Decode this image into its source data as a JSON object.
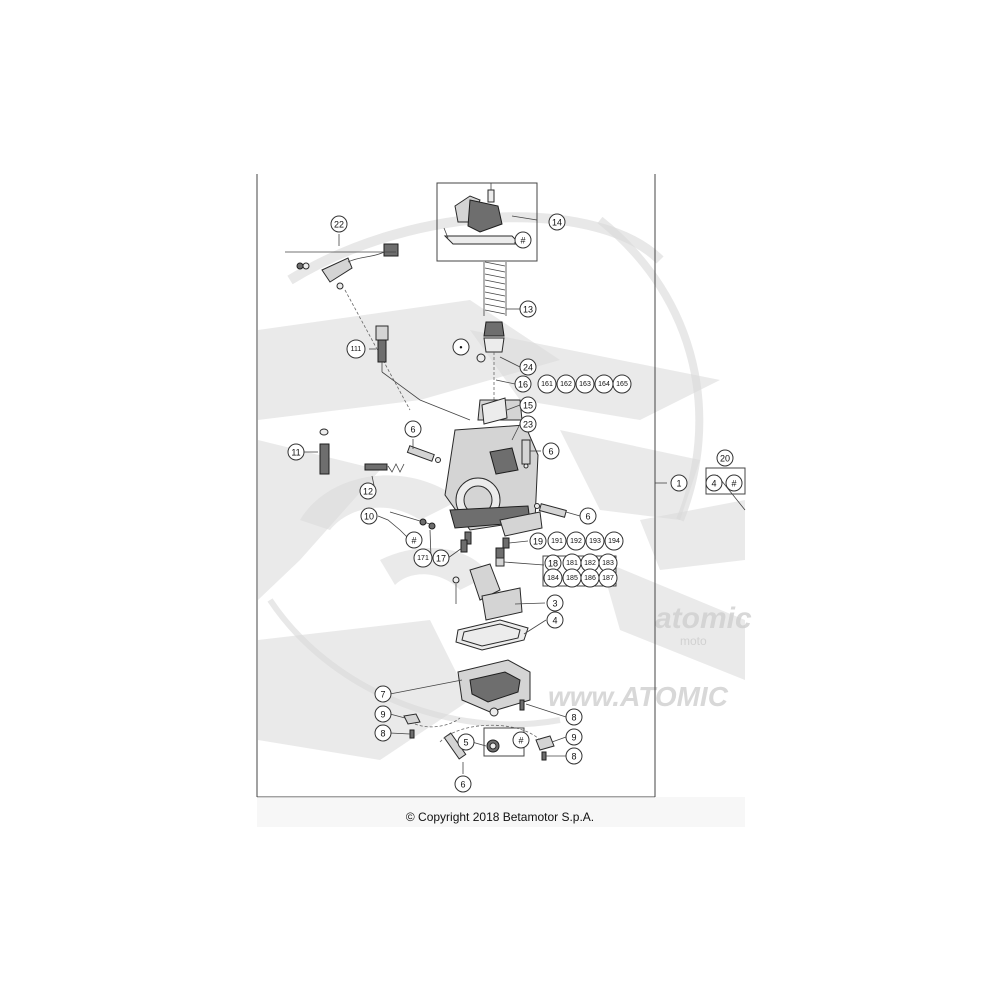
{
  "diagram": {
    "watermark": {
      "text_top": "atomic",
      "text_sub": "moto",
      "url_fragment": "www.ATOMIC"
    },
    "copyright": "© Copyright 2018 Betamotor S.p.A.",
    "labels": [
      {
        "id": "22",
        "text": "22"
      },
      {
        "id": "14",
        "text": "14"
      },
      {
        "id": "hash-top",
        "text": "#"
      },
      {
        "id": "13",
        "text": "13"
      },
      {
        "id": "dot",
        "text": "•"
      },
      {
        "id": "111",
        "text": "111"
      },
      {
        "id": "24",
        "text": "24"
      },
      {
        "id": "16",
        "text": "16"
      },
      {
        "id": "161",
        "text": "161"
      },
      {
        "id": "162",
        "text": "162"
      },
      {
        "id": "163a",
        "text": "163"
      },
      {
        "id": "164",
        "text": "164"
      },
      {
        "id": "165",
        "text": "165"
      },
      {
        "id": "15",
        "text": "15"
      },
      {
        "id": "23",
        "text": "23"
      },
      {
        "id": "6a",
        "text": "6"
      },
      {
        "id": "6b",
        "text": "6"
      },
      {
        "id": "11",
        "text": "11"
      },
      {
        "id": "12",
        "text": "12"
      },
      {
        "id": "1",
        "text": "1"
      },
      {
        "id": "6c",
        "text": "6"
      },
      {
        "id": "10",
        "text": "10"
      },
      {
        "id": "20",
        "text": "20"
      },
      {
        "id": "4b",
        "text": "4"
      },
      {
        "id": "hash-20",
        "text": "#"
      },
      {
        "id": "hash-10",
        "text": "#"
      },
      {
        "id": "171",
        "text": "171"
      },
      {
        "id": "17",
        "text": "17"
      },
      {
        "id": "19",
        "text": "19"
      },
      {
        "id": "191",
        "text": "191"
      },
      {
        "id": "192",
        "text": "192"
      },
      {
        "id": "193",
        "text": "193"
      },
      {
        "id": "194",
        "text": "194"
      },
      {
        "id": "18",
        "text": "18"
      },
      {
        "id": "181",
        "text": "181"
      },
      {
        "id": "182",
        "text": "182"
      },
      {
        "id": "183",
        "text": "183"
      },
      {
        "id": "184",
        "text": "184"
      },
      {
        "id": "185",
        "text": "185"
      },
      {
        "id": "186",
        "text": "186"
      },
      {
        "id": "187",
        "text": "187"
      },
      {
        "id": "3",
        "text": "3"
      },
      {
        "id": "4",
        "text": "4"
      },
      {
        "id": "7",
        "text": "7"
      },
      {
        "id": "9a",
        "text": "9"
      },
      {
        "id": "8a",
        "text": "8"
      },
      {
        "id": "8b",
        "text": "8"
      },
      {
        "id": "5",
        "text": "5"
      },
      {
        "id": "hash-5",
        "text": "#"
      },
      {
        "id": "9b",
        "text": "9"
      },
      {
        "id": "8c",
        "text": "8"
      },
      {
        "id": "6d",
        "text": "6"
      }
    ]
  }
}
